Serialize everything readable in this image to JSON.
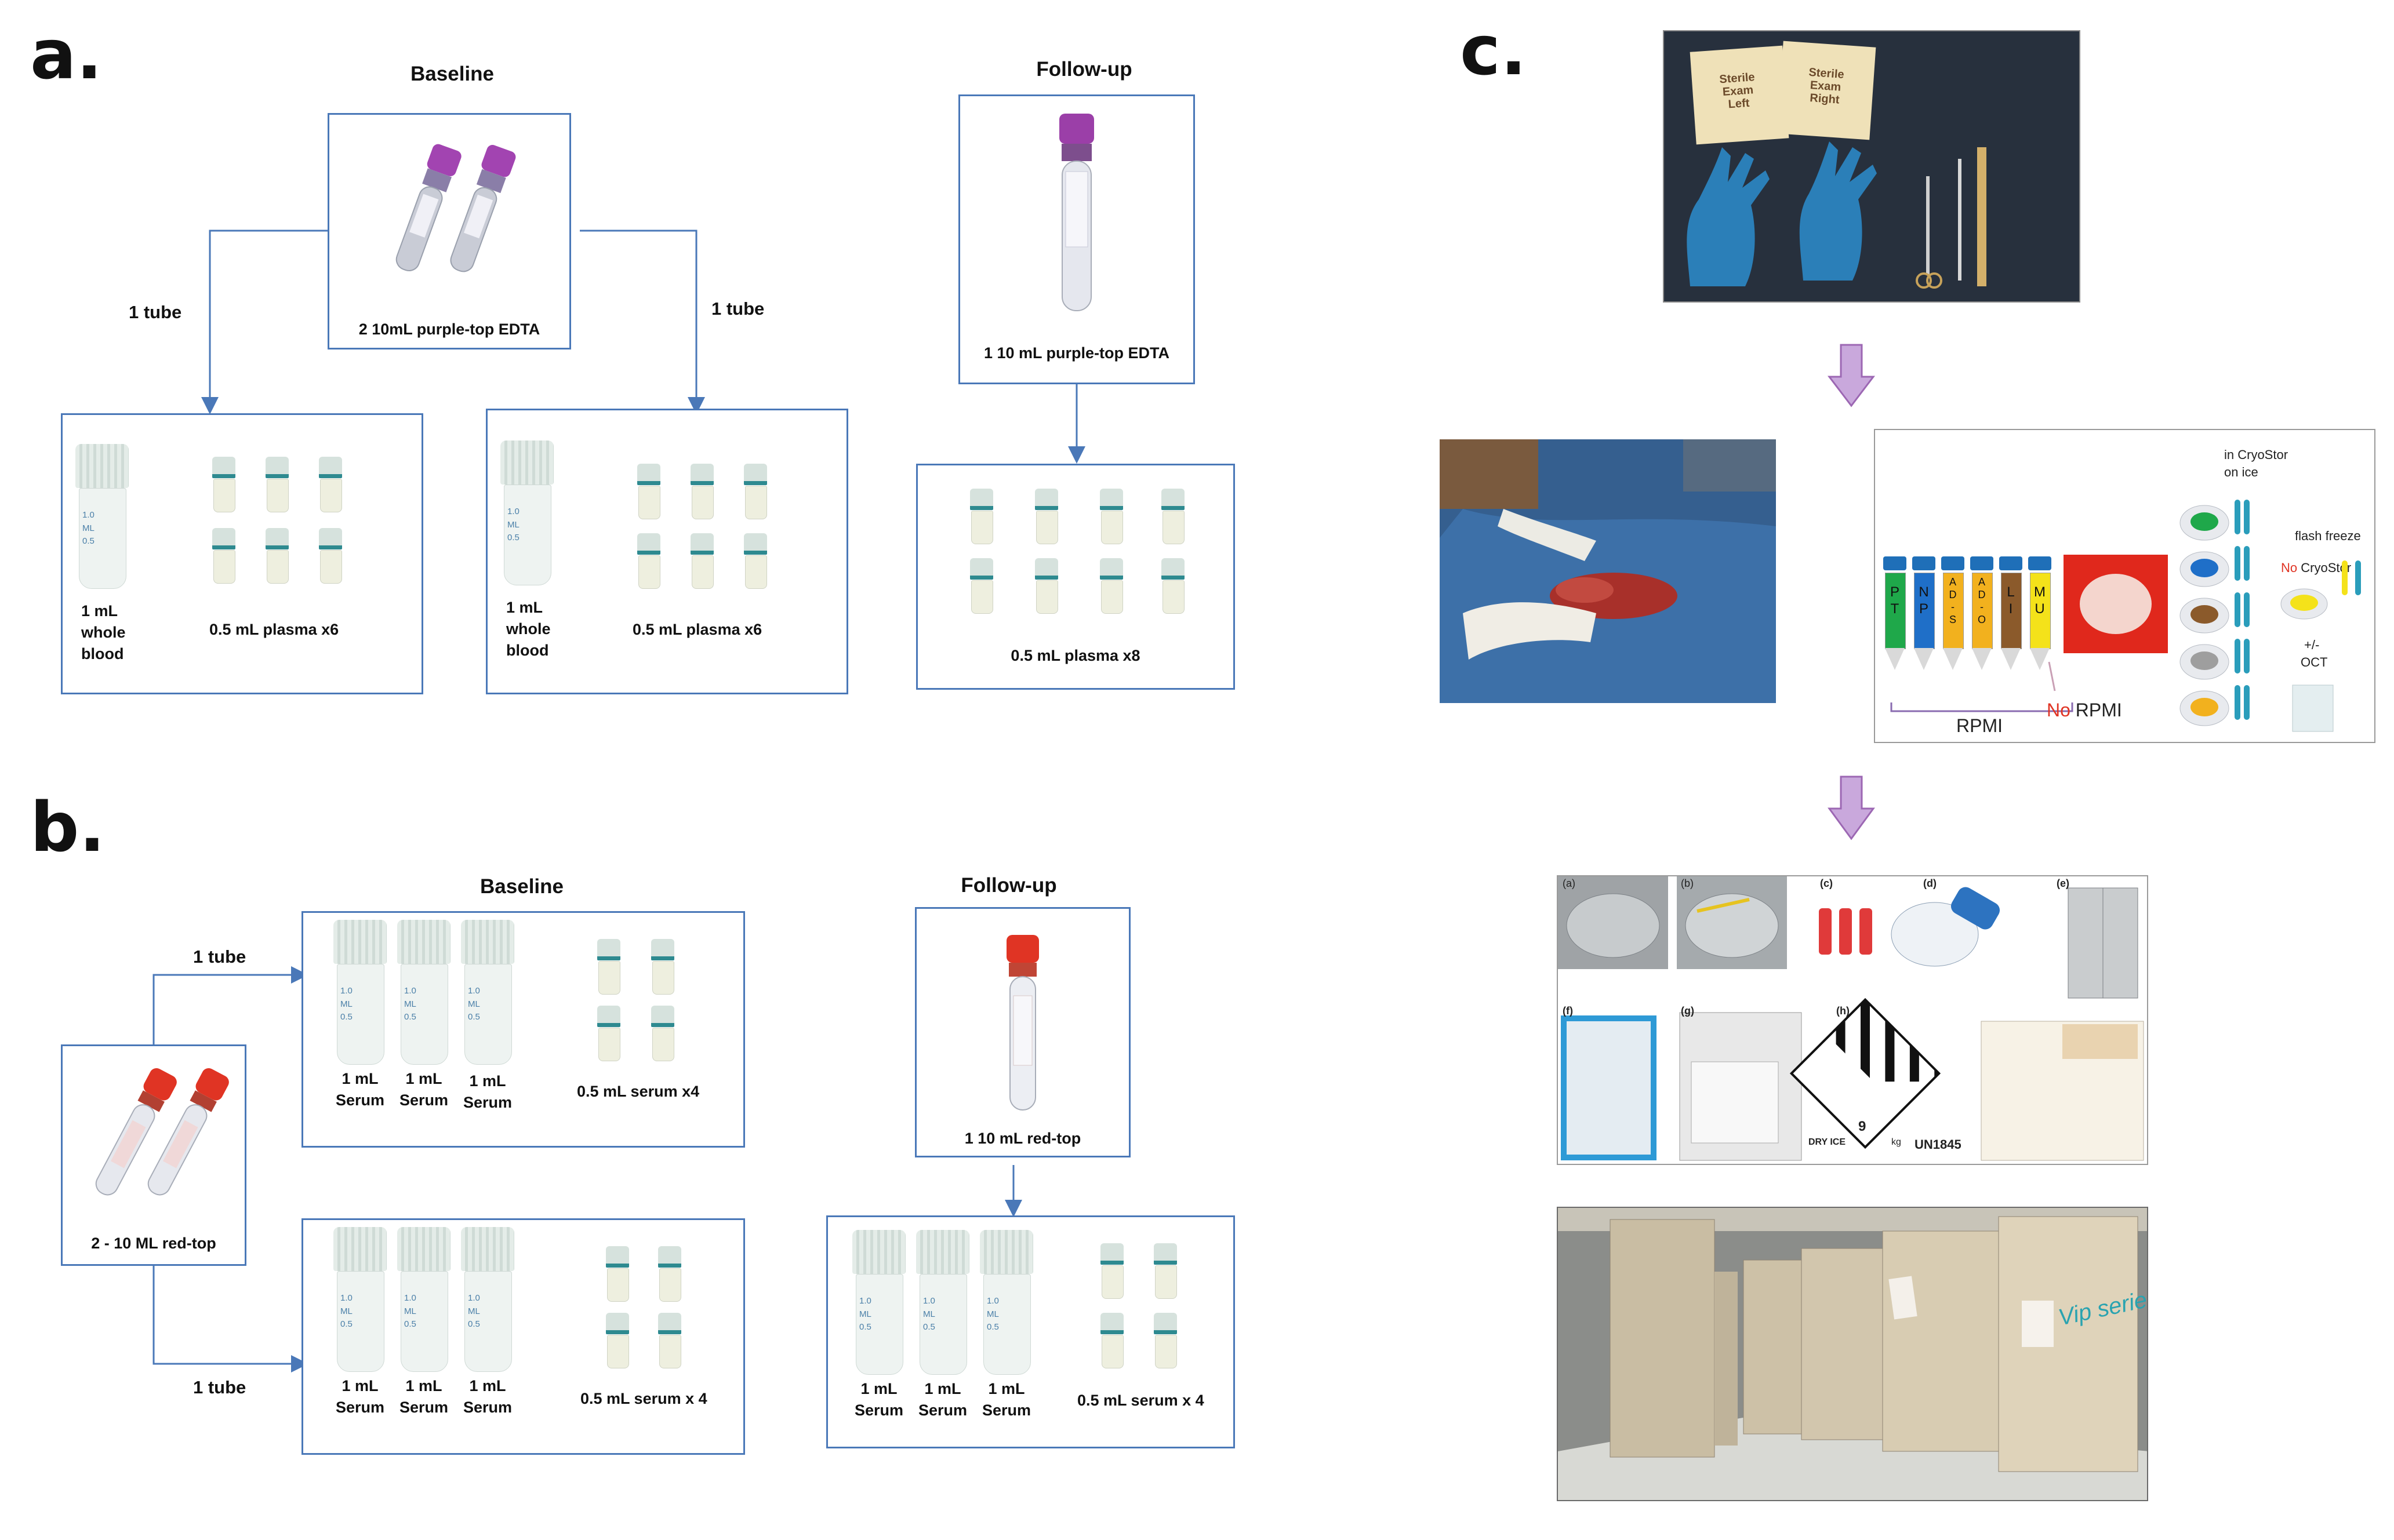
{
  "panel_letters": {
    "a": "a.",
    "b": "b.",
    "c": "c."
  },
  "colors": {
    "connector": "#4a78b8",
    "arrow_c": "#b07cc6",
    "purple_cap": "#9b3fa8",
    "red_cap": "#e03424",
    "vial_band": "#2e8a90"
  },
  "panel_a": {
    "baseline_title": "Baseline",
    "followup_title": "Follow-up",
    "baseline_tube_label": "2 10mL purple-top EDTA",
    "left_branch": "1 tube",
    "right_branch": "1 tube",
    "followup_tube_label": "1 10 mL purple-top EDTA",
    "box1": {
      "whole_blood": [
        "1 mL",
        "whole",
        "blood"
      ],
      "plasma": "0.5 mL  plasma x6"
    },
    "box2": {
      "whole_blood": [
        "1 mL",
        "whole",
        "blood"
      ],
      "plasma": "0.5 mL  plasma x6"
    },
    "box3": {
      "plasma": "0.5 mL plasma x8"
    }
  },
  "panel_b": {
    "baseline_title": "Baseline",
    "followup_title": "Follow-up",
    "baseline_tube_label": "2 - 10 ML red-top",
    "top_branch": "1 tube",
    "bottom_branch": "1 tube",
    "followup_tube_label": "1 10 mL red-top",
    "serum_label": [
      "1 mL",
      "Serum"
    ],
    "box_top_aliquots": "0.5 mL serum x4",
    "box_bottom_aliquots": "0.5 mL serum x 4",
    "box_followup_aliquots": "0.5 mL serum x 4"
  },
  "panel_c": {
    "kit_labels": [
      "Sterile Exam Left",
      "Sterile Exam Right"
    ],
    "processing": {
      "in_cryostor": "in CryoStor",
      "on_ice": "on ice",
      "flash_freeze": "flash freeze",
      "no_word": "No",
      "cryostor_word": "CryoStor",
      "oct": "+/-",
      "oct2": "OCT",
      "rpmi": "RPMI",
      "no_rpmi_no": "No",
      "no_rpmi": "RPMI",
      "tube_codes": [
        [
          "P",
          "T"
        ],
        [
          "N",
          "P"
        ],
        [
          "A",
          "D",
          "-",
          "S"
        ],
        [
          "A",
          "D",
          "-",
          "O"
        ],
        [
          "L",
          "I"
        ],
        [
          "M",
          "U"
        ]
      ]
    },
    "shipping": {
      "sublabels": [
        "(a)",
        "(b)",
        "(c)",
        "(d)",
        "(e)",
        "(f)",
        "(g)",
        "(h)"
      ],
      "hazmat_class": "9",
      "hazmat_code": "UN1845",
      "dry_ice": "DRY ICE",
      "kg": "kg"
    },
    "freezer_brand": "Vip series"
  }
}
